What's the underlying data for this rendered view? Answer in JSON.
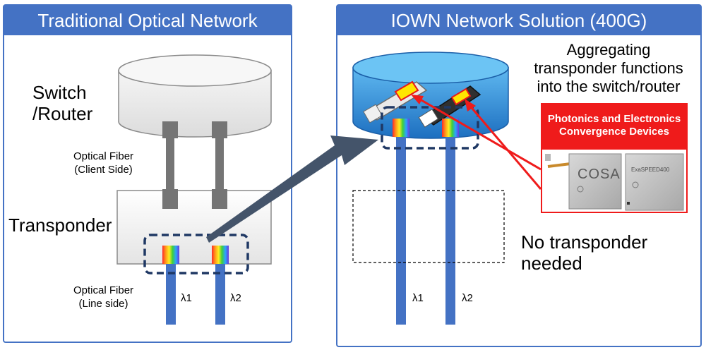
{
  "left_panel": {
    "title": "Traditional Optical Network",
    "switch_label_line1": "Switch",
    "switch_label_line2": "/Router",
    "client_fiber_line1": "Optical Fiber",
    "client_fiber_line2": "(Client Side)",
    "transponder_label": "Transponder",
    "line_fiber_line1": "Optical Fiber",
    "line_fiber_line2": "(Line side)",
    "lambda1": "λ1",
    "lambda2": "λ2"
  },
  "right_panel": {
    "title": "IOWN Network Solution (400G)",
    "aggregating_line1": "Aggregating",
    "aggregating_line2": "transponder functions",
    "aggregating_line3": "into the switch/router",
    "device_box_title": "Photonics and Electronics Convergence Devices",
    "cosa_label": "COSA",
    "chip_label": "ExaSPEED400",
    "no_transponder_line1": "No transponder",
    "no_transponder_line2": "needed",
    "lambda1": "λ1",
    "lambda2": "λ2"
  },
  "colors": {
    "panel_blue": "#4472c4",
    "fiber_blue": "#4472c4",
    "cylinder_blue": "#2f8fdc",
    "connector_gray": "#757575",
    "highlight_red": "#ef1b1b",
    "dashed_navy": "#1f3864",
    "arrow_slate": "#44546a"
  }
}
